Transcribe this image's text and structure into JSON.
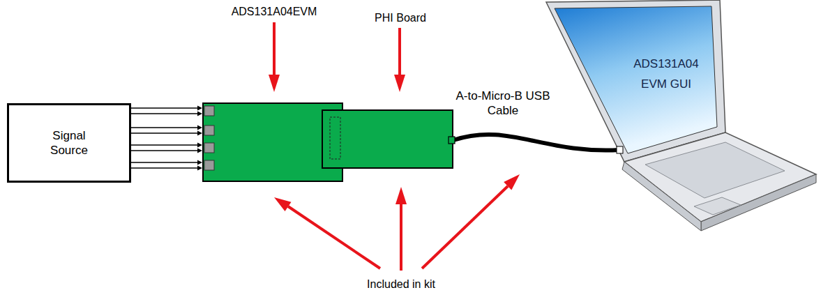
{
  "diagram": {
    "nodes": [
      {
        "text": [
          "Signal Source"
        ]
      },
      {
        "text": [
          "ADS131A04EVM"
        ]
      },
      {
        "text": [
          "PHI Board"
        ]
      },
      {
        "text": [
          "ADS131A04 EVM GUI"
        ]
      }
    ],
    "edges": [
      {
        "from": 0,
        "to": 1,
        "arrow": "to"
      },
      {
        "from": 0,
        "to": 1,
        "arrow": "to"
      },
      {
        "from": 0,
        "to": 1,
        "arrow": "to"
      },
      {
        "from": 0,
        "to": 1,
        "arrow": "to"
      },
      {
        "from": 2,
        "to": 3,
        "arrow": "none",
        "label": "A-to-Micro-B USB Cable"
      }
    ],
    "labels": [
      "Included in kit"
    ]
  }
}
